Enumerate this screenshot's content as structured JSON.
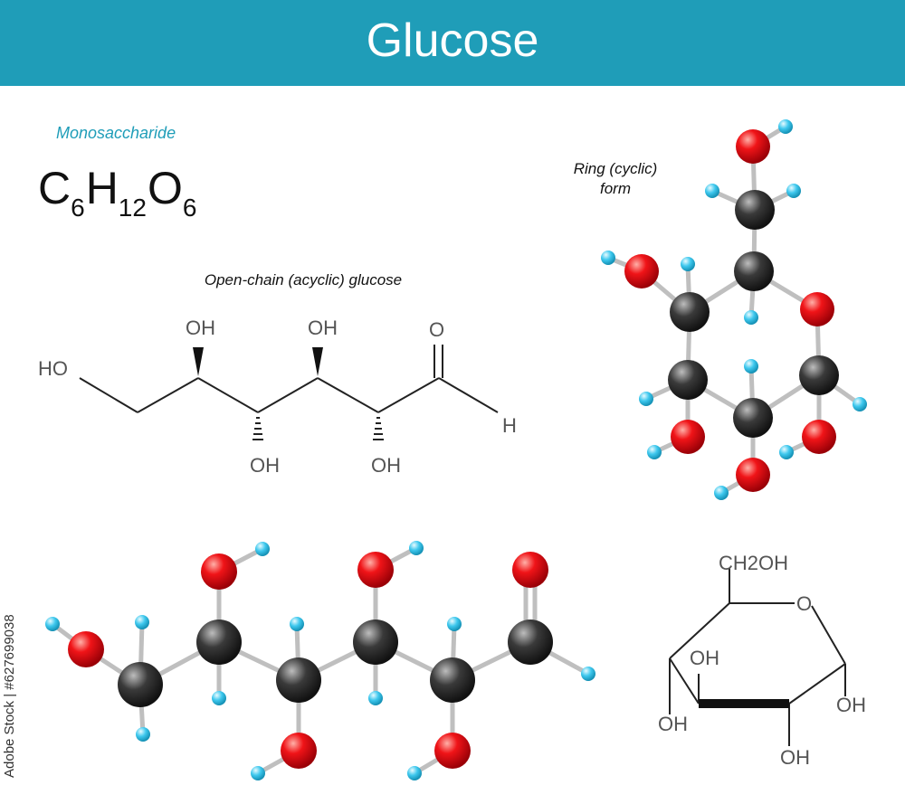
{
  "header": {
    "title": "Glucose"
  },
  "subtitle": "Monosaccharide",
  "formula": {
    "c": "C",
    "c_n": "6",
    "h": "H",
    "h_n": "12",
    "o": "O",
    "o_n": "6"
  },
  "labels": {
    "open_chain": "Open-chain (acyclic) glucose",
    "ring_line1": "Ring (cyclic)",
    "ring_line2": "form"
  },
  "atom_labels": {
    "ho": "HO",
    "oh": "OH",
    "o": "O",
    "h": "H",
    "ch2oh": "CH2OH"
  },
  "side_watermark": "Adobe Stock | #627699038",
  "colors": {
    "banner": "#1f9db8",
    "carbon": "#333333",
    "oxygen": "#e8141c",
    "hydrogen": "#39c6ea"
  }
}
